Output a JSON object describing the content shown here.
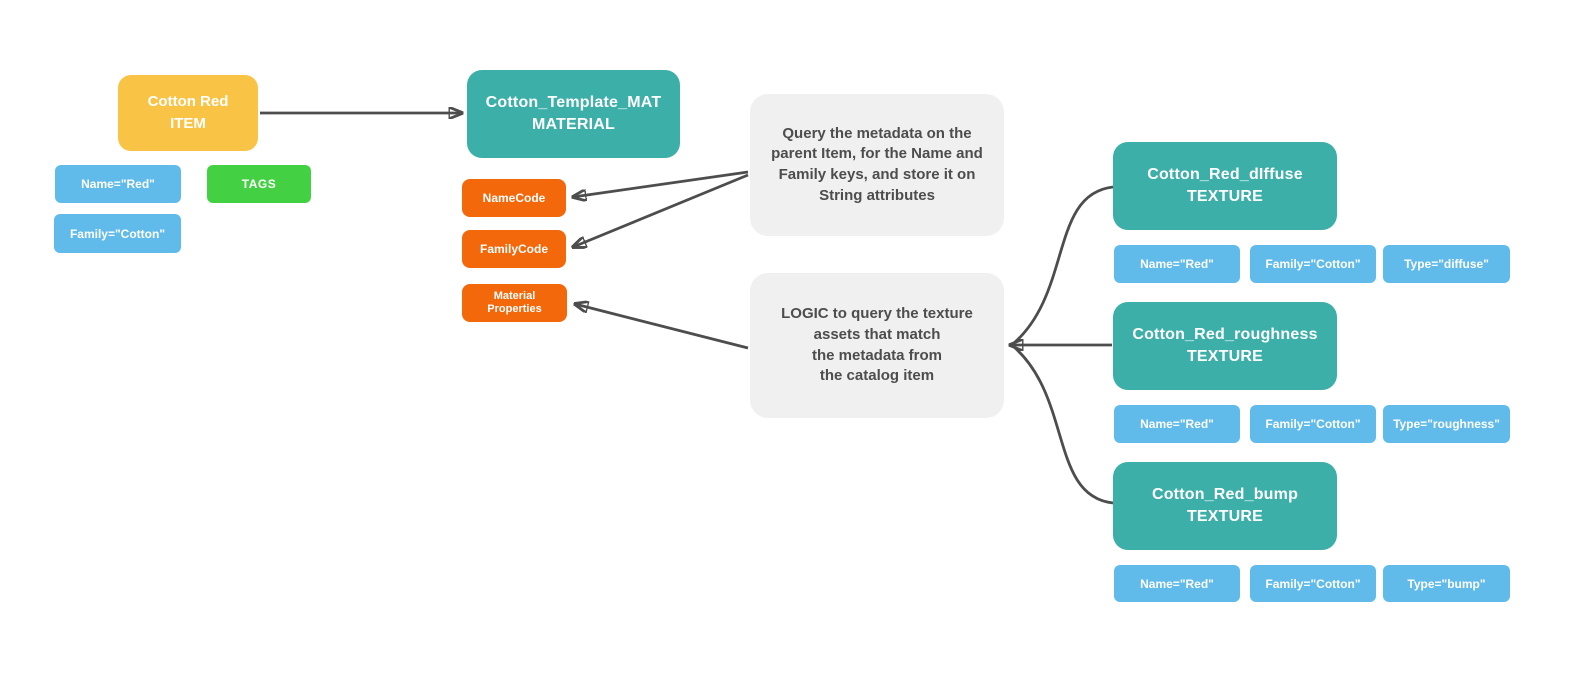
{
  "colors": {
    "item": "#F9C445",
    "entity": "#3CAFA8",
    "attr": "#F3680A",
    "tag": "#61BBEA",
    "tags": "#43D143",
    "note": "#F0F0F0",
    "arrow": "#4D4D4D",
    "noteText": "#4D4D4D"
  },
  "item": {
    "name": "Cotton Red",
    "type": "ITEM"
  },
  "item_tags": {
    "name": "Name=\"Red\"",
    "tags": "TAGS",
    "family": "Family=\"Cotton\""
  },
  "material": {
    "name": "Cotton_Template_MAT",
    "type": "MATERIAL",
    "attributes": {
      "name_code": "NameCode",
      "family_code": "FamilyCode",
      "properties_line1": "Material",
      "properties_line2": "Properties"
    }
  },
  "notes": {
    "query": {
      "lines": [
        "Query the metadata on the",
        "parent Item, for the Name and",
        "Family keys, and store it on",
        "String attributes"
      ]
    },
    "logic": {
      "lines": [
        "LOGIC to query the texture",
        "assets that match",
        "the metadata from",
        "the catalog item"
      ]
    }
  },
  "textures": [
    {
      "name": "Cotton_Red_dIffuse",
      "type": "TEXTURE",
      "tags": [
        "Name=\"Red\"",
        "Family=\"Cotton\"",
        "Type=\"diffuse\""
      ]
    },
    {
      "name": "Cotton_Red_roughness",
      "type": "TEXTURE",
      "tags": [
        "Name=\"Red\"",
        "Family=\"Cotton\"",
        "Type=\"roughness\""
      ]
    },
    {
      "name": "Cotton_Red_bump",
      "type": "TEXTURE",
      "tags": [
        "Name=\"Red\"",
        "Family=\"Cotton\"",
        "Type=\"bump\""
      ]
    }
  ]
}
